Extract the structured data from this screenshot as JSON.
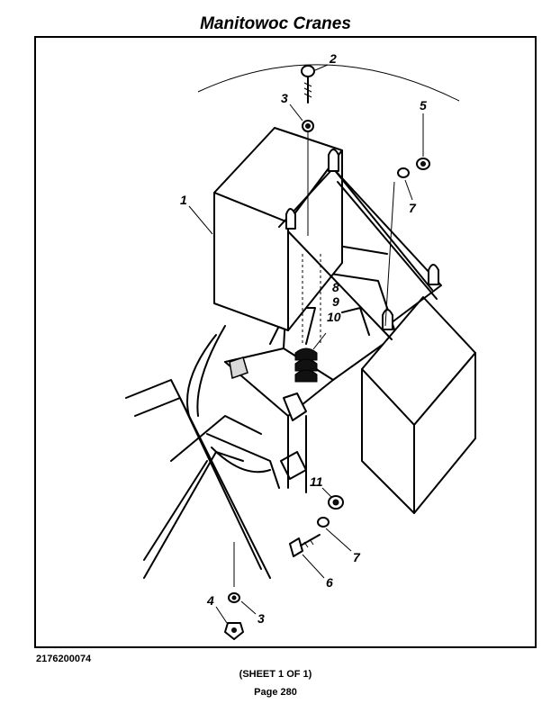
{
  "header": {
    "title": "Manitowoc Cranes"
  },
  "diagram": {
    "callouts": [
      "1",
      "2",
      "3",
      "5",
      "7",
      "8",
      "9",
      "10",
      "11",
      "7",
      "6",
      "4",
      "3"
    ]
  },
  "footer": {
    "doc_number": "2176200074",
    "sheet": "(SHEET 1 OF 1)",
    "page": "Page 280"
  }
}
